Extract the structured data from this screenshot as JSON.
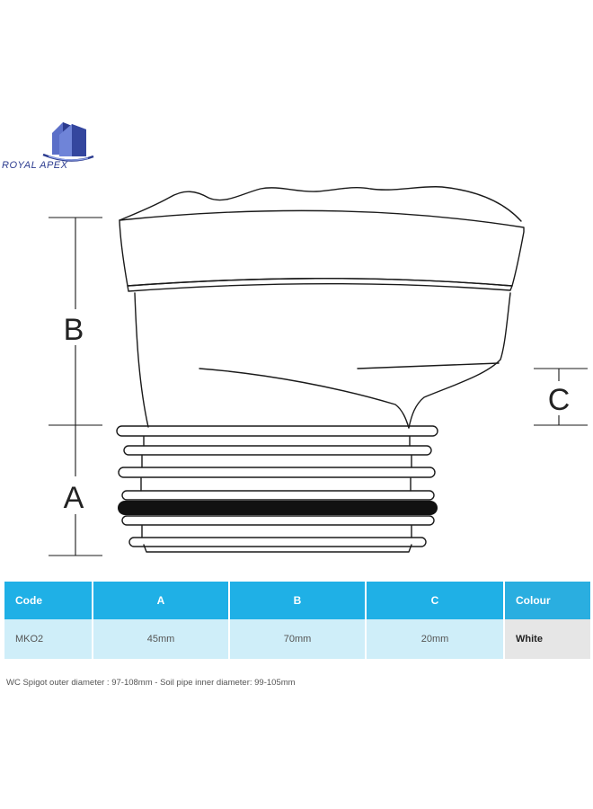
{
  "brand": {
    "name": "ROYAL APEX"
  },
  "diagram": {
    "labels": {
      "a": "A",
      "b": "B",
      "c": "C"
    }
  },
  "table": {
    "headers": [
      "Code",
      "A",
      "B",
      "C",
      "Colour"
    ],
    "rows": [
      [
        "MKO2",
        "45mm",
        "70mm",
        "20mm",
        "White"
      ]
    ]
  },
  "footnote": "WC Spigot outer diameter : 97-108mm - Soil pipe inner diameter: 99-105mm",
  "colors": {
    "header_bg": "#1fb0e6",
    "row_bg": "#cfeef9",
    "colour_cell_bg": "#e6e6e6",
    "logo_blue": "#2b3b8f"
  }
}
